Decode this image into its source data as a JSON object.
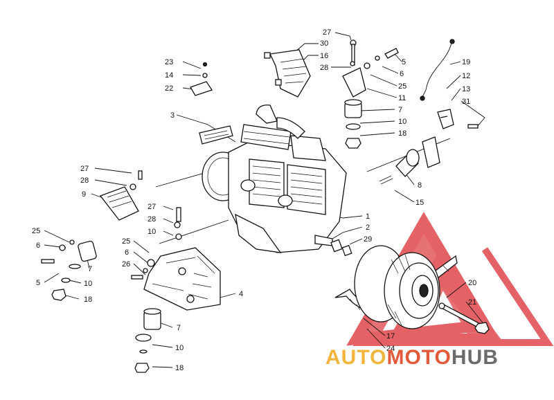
{
  "diagram": {
    "callouts": [
      {
        "id": "c27a",
        "text": "27"
      },
      {
        "id": "c30",
        "text": "30"
      },
      {
        "id": "c16",
        "text": "16"
      },
      {
        "id": "c28a",
        "text": "28"
      },
      {
        "id": "c5a",
        "text": "5"
      },
      {
        "id": "c6a",
        "text": "6"
      },
      {
        "id": "c25a",
        "text": "25"
      },
      {
        "id": "c11",
        "text": "11"
      },
      {
        "id": "c7a",
        "text": "7"
      },
      {
        "id": "c10a",
        "text": "10"
      },
      {
        "id": "c18a",
        "text": "18"
      },
      {
        "id": "c19",
        "text": "19"
      },
      {
        "id": "c12",
        "text": "12"
      },
      {
        "id": "c13",
        "text": "13"
      },
      {
        "id": "c31",
        "text": "31"
      },
      {
        "id": "c23",
        "text": "23"
      },
      {
        "id": "c14",
        "text": "14"
      },
      {
        "id": "c22",
        "text": "22"
      },
      {
        "id": "c3",
        "text": "3"
      },
      {
        "id": "c27b",
        "text": "27"
      },
      {
        "id": "c28b",
        "text": "28"
      },
      {
        "id": "c9",
        "text": "9"
      },
      {
        "id": "c8",
        "text": "8"
      },
      {
        "id": "c15",
        "text": "15"
      },
      {
        "id": "c27c",
        "text": "27"
      },
      {
        "id": "c28c",
        "text": "28"
      },
      {
        "id": "c10b",
        "text": "10"
      },
      {
        "id": "c1",
        "text": "1"
      },
      {
        "id": "c2",
        "text": "2"
      },
      {
        "id": "c29",
        "text": "29"
      },
      {
        "id": "c25b",
        "text": "25"
      },
      {
        "id": "c6b",
        "text": "6"
      },
      {
        "id": "c5b",
        "text": "5"
      },
      {
        "id": "c7b",
        "text": "7"
      },
      {
        "id": "c10c",
        "text": "10"
      },
      {
        "id": "c18b",
        "text": "18"
      },
      {
        "id": "c25c",
        "text": "25"
      },
      {
        "id": "c6c",
        "text": "6"
      },
      {
        "id": "c26",
        "text": "26"
      },
      {
        "id": "c4",
        "text": "4"
      },
      {
        "id": "c7c",
        "text": "7"
      },
      {
        "id": "c10d",
        "text": "10"
      },
      {
        "id": "c18c",
        "text": "18"
      },
      {
        "id": "c20",
        "text": "20"
      },
      {
        "id": "c21",
        "text": "21"
      },
      {
        "id": "c17",
        "text": "17"
      },
      {
        "id": "c24",
        "text": "24"
      }
    ]
  },
  "watermark": {
    "brand_part1": "AUTO",
    "brand_part2": "MOTO",
    "brand_part3": "HUB",
    "colors": {
      "auto": "#f3b43c",
      "moto": "#e25a3a",
      "hub": "#6b6b6b",
      "triangle": "#e0474c"
    }
  }
}
